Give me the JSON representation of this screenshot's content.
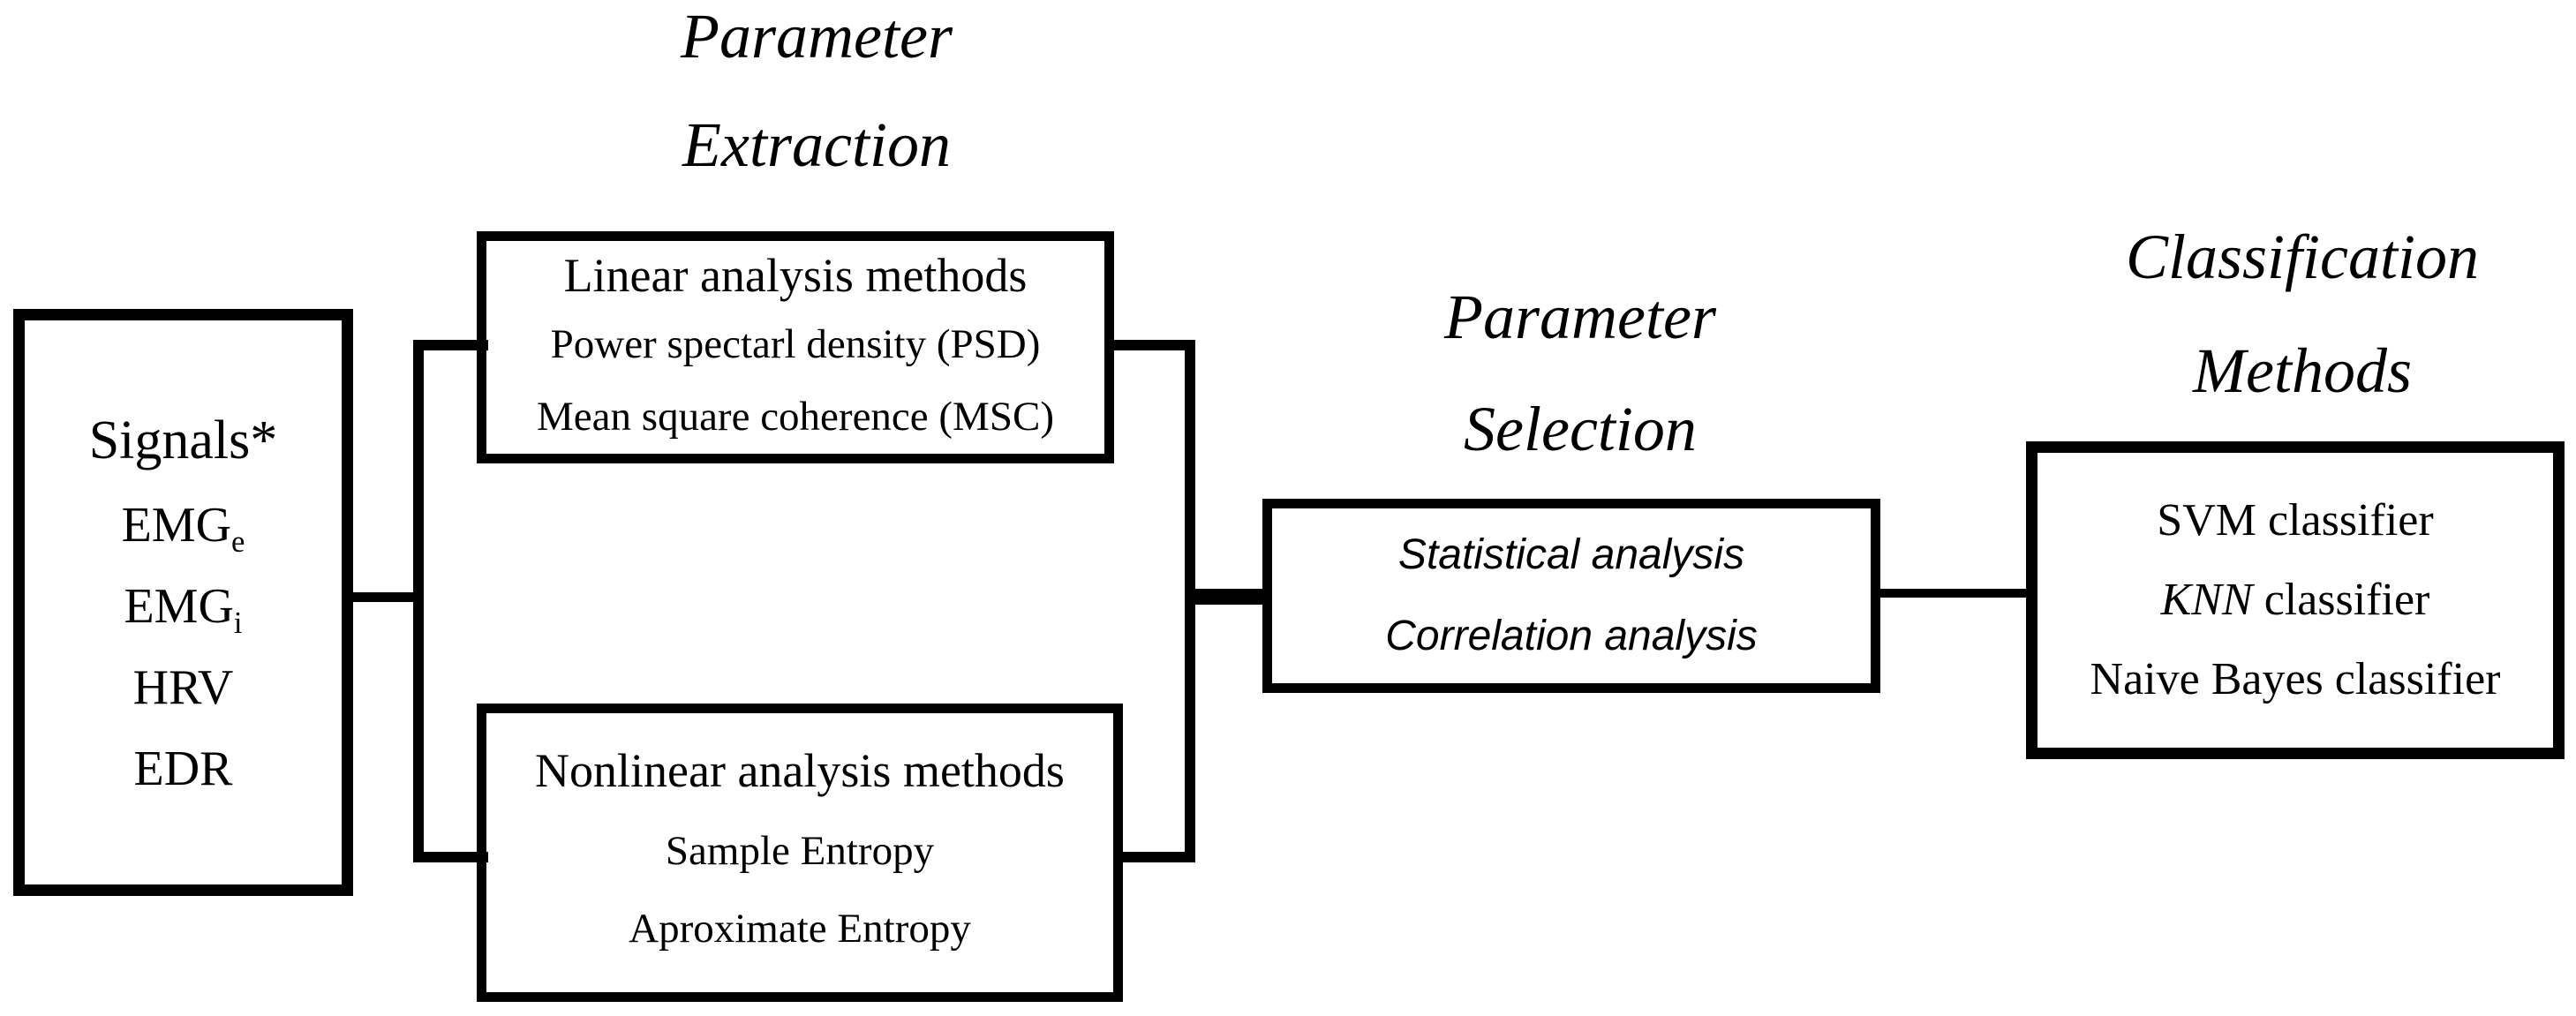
{
  "titles": {
    "extraction": [
      "Parameter",
      "Extraction"
    ],
    "selection": [
      "Parameter",
      "Selection"
    ],
    "classification": [
      "Classification",
      "Methods"
    ]
  },
  "signals_box": {
    "title": "Signals*",
    "items": [
      {
        "base": "EMG",
        "sub": "e"
      },
      {
        "base": "EMG",
        "sub": "i"
      },
      {
        "base": "HRV",
        "sub": ""
      },
      {
        "base": "EDR",
        "sub": ""
      }
    ]
  },
  "linear_box": {
    "title": "Linear analysis methods",
    "items": [
      "Power spectarl density (PSD)",
      "Mean square coherence (MSC)"
    ]
  },
  "nonlinear_box": {
    "title": "Nonlinear analysis methods",
    "items": [
      "Sample Entropy",
      "Aproximate Entropy"
    ]
  },
  "selection_box": {
    "items": [
      "Statistical analysis",
      "Correlation analysis"
    ]
  },
  "classification_box": {
    "items": [
      {
        "em": "",
        "text": "SVM classifier"
      },
      {
        "em": "KNN",
        "text": " classifier"
      },
      {
        "em": "",
        "text": "Naive Bayes classifier"
      }
    ]
  },
  "colors": {
    "background": "#ffffff",
    "line": "#000000",
    "text": "#000000"
  }
}
